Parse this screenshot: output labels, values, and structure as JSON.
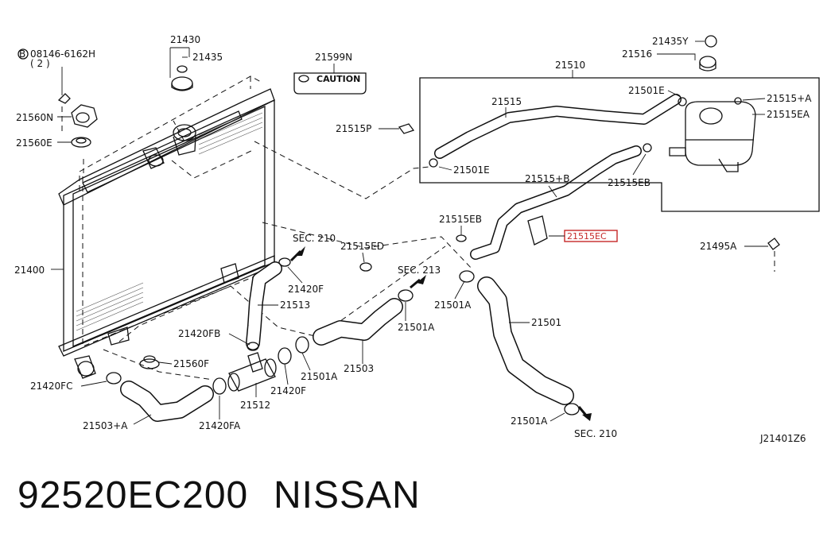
{
  "labels": {
    "bolt_spec": "08146-6162H",
    "bolt_qty": "( 2 )",
    "bolt_marker": "B",
    "p21430": "21430",
    "p21435": "21435",
    "p21599N": "21599N",
    "caution": "CAUTION",
    "p21560N": "21560N",
    "p21560E": "21560E",
    "p21400": "21400",
    "p21515P": "21515P",
    "p21515": "21515",
    "p21510": "21510",
    "p21516": "21516",
    "p21435Y": "21435Y",
    "p21501E_top": "21501E",
    "p21501E_left": "21501E",
    "p21515_A": "21515+A",
    "p21515EA": "21515EA",
    "p21515_B": "21515+B",
    "p21515EB_right": "21515EB",
    "p21515EB_mid": "21515EB",
    "p21515EC": "21515EC",
    "p21495A": "21495A",
    "sec210_top": "SEC. 210",
    "p21515ED": "21515ED",
    "sec213": "SEC. 213",
    "p21420F_top": "21420F",
    "p21513": "21513",
    "p21501A_mid": "21501A",
    "p21501": "21501",
    "p21501A_left": "21501A",
    "p21420FB": "21420FB",
    "p21560F": "21560F",
    "p21501A_low": "21501A",
    "p21503": "21503",
    "p21420F_low": "21420F",
    "p21420FC": "21420FC",
    "p21512": "21512",
    "p21501A_bottom": "21501A",
    "sec210_bottom": "SEC. 210",
    "p21503_A": "21503+A",
    "p21420FA": "21420FA",
    "diagram_code": "J21401Z6"
  },
  "footer": {
    "part_number": "92520EC200",
    "brand": "NISSAN"
  },
  "highlight_color": "#c62828"
}
